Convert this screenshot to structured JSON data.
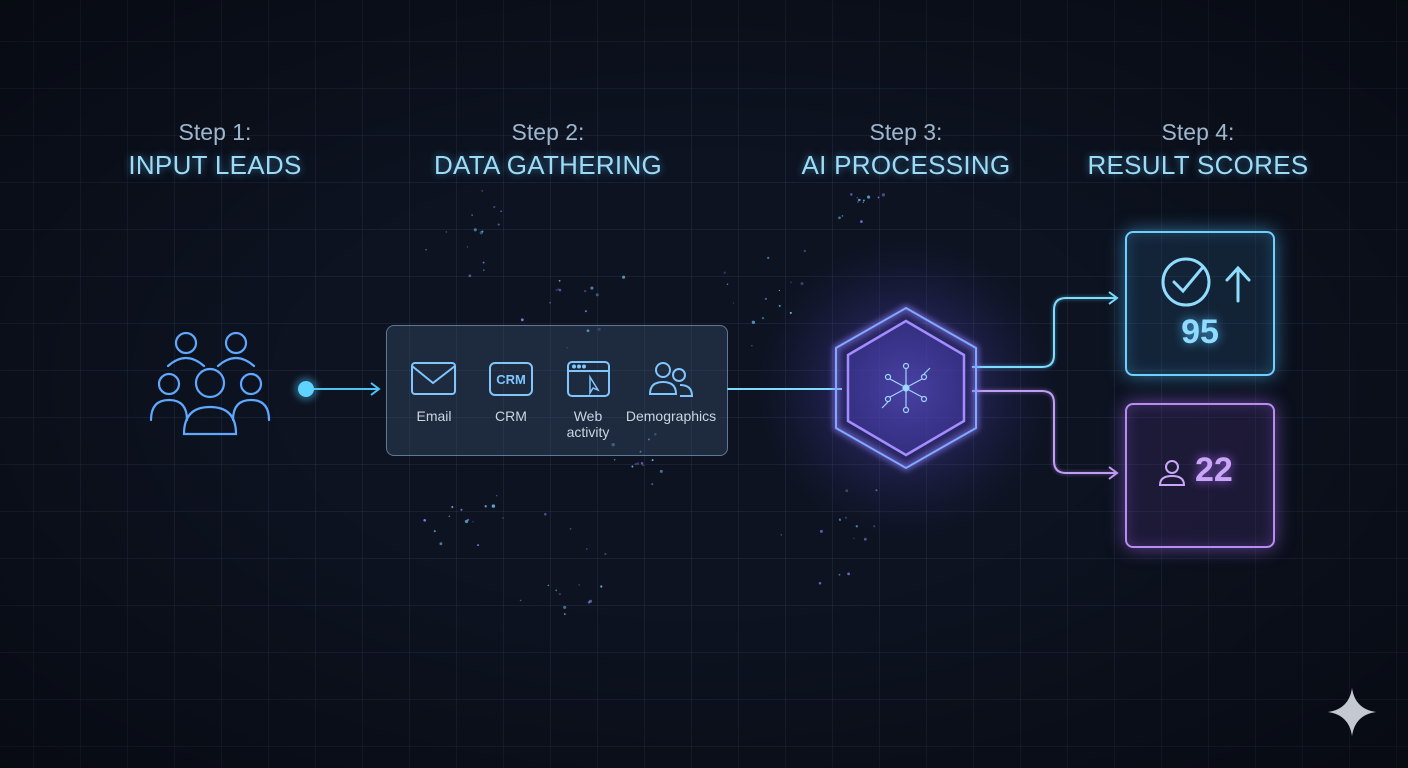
{
  "steps": [
    {
      "label": "Step 1:",
      "title": "INPUT LEADS"
    },
    {
      "label": "Step 2:",
      "title": "DATA GATHERING"
    },
    {
      "label": "Step 3:",
      "title": "AI PROCESSING"
    },
    {
      "label": "Step 4:",
      "title": "RESULT SCORES"
    }
  ],
  "sources": [
    {
      "label": "Email",
      "icon": "envelope-icon"
    },
    {
      "label": "CRM",
      "icon": "crm-icon",
      "icon_text": "CRM"
    },
    {
      "label": "Web activity",
      "line1": "Web",
      "line2": "activity",
      "icon": "browser-cursor-icon"
    },
    {
      "label": "Demographics",
      "icon": "people-icon"
    }
  ],
  "results": {
    "high_score": "95",
    "low_score": "22"
  },
  "colors": {
    "background": "#0d1321",
    "cyan_accent": "#6fd0ff",
    "purple_accent": "#b98cf0",
    "step_title": "#9ddcf4",
    "step_label": "#9fb6cf"
  }
}
